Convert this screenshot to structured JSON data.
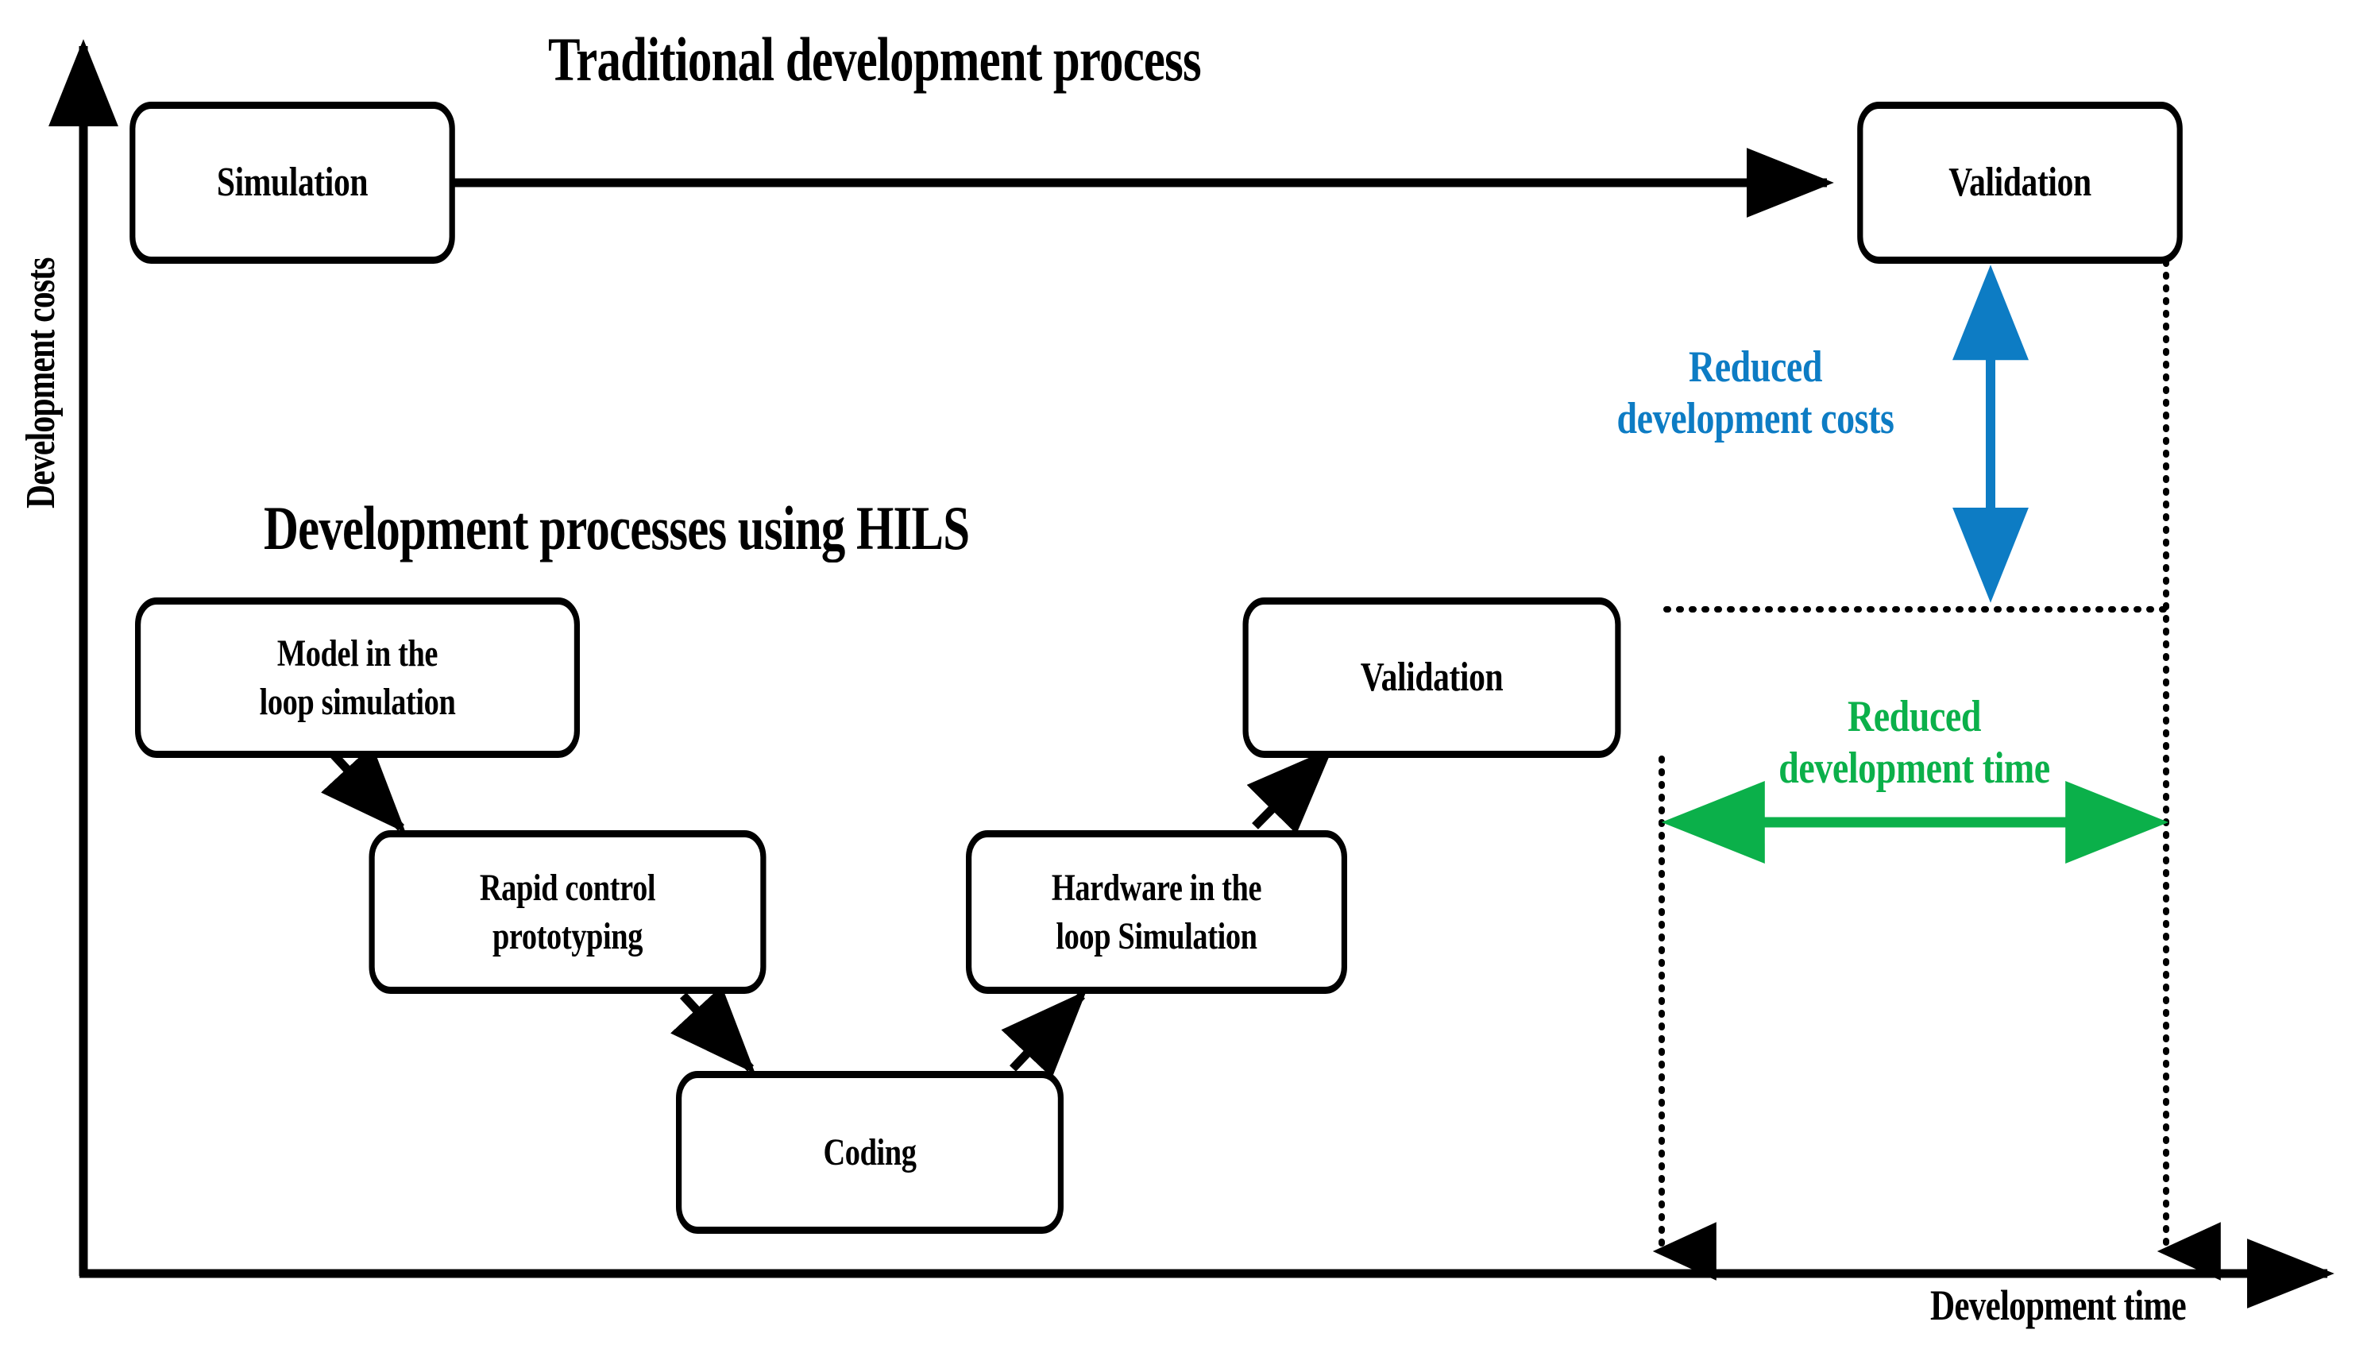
{
  "diagram": {
    "axes": {
      "y_label": "Development costs",
      "x_label": "Development time"
    },
    "sections": [
      {
        "id": "traditional",
        "title": "Traditional development process",
        "boxes": [
          {
            "id": "simulation",
            "label": "Simulation"
          },
          {
            "id": "validation-traditional",
            "label": "Validation"
          }
        ]
      },
      {
        "id": "hils",
        "title": "Development processes using HILS",
        "boxes": [
          {
            "id": "model-in-the-loop",
            "label": "Model in the\nloop simulation"
          },
          {
            "id": "rapid-control-prototyping",
            "label": "Rapid control\nprototyping"
          },
          {
            "id": "coding",
            "label": "Coding"
          },
          {
            "id": "hardware-in-the-loop",
            "label": "Hardware in the\nloop Simulation"
          },
          {
            "id": "validation-hils",
            "label": "Validation"
          }
        ]
      }
    ],
    "annotations": [
      {
        "id": "reduced-development-costs",
        "label": "Reduced\ndevelopment costs",
        "color": "#0d7cc4",
        "arrow": "vertical-double"
      },
      {
        "id": "reduced-development-time",
        "label": "Reduced\ndevelopment time",
        "color": "#0bb04a",
        "arrow": "horizontal-double"
      }
    ],
    "colors": {
      "stroke": "#000000",
      "background": "#ffffff",
      "costs_accent": "#0d7cc4",
      "time_accent": "#0bb04a"
    }
  }
}
